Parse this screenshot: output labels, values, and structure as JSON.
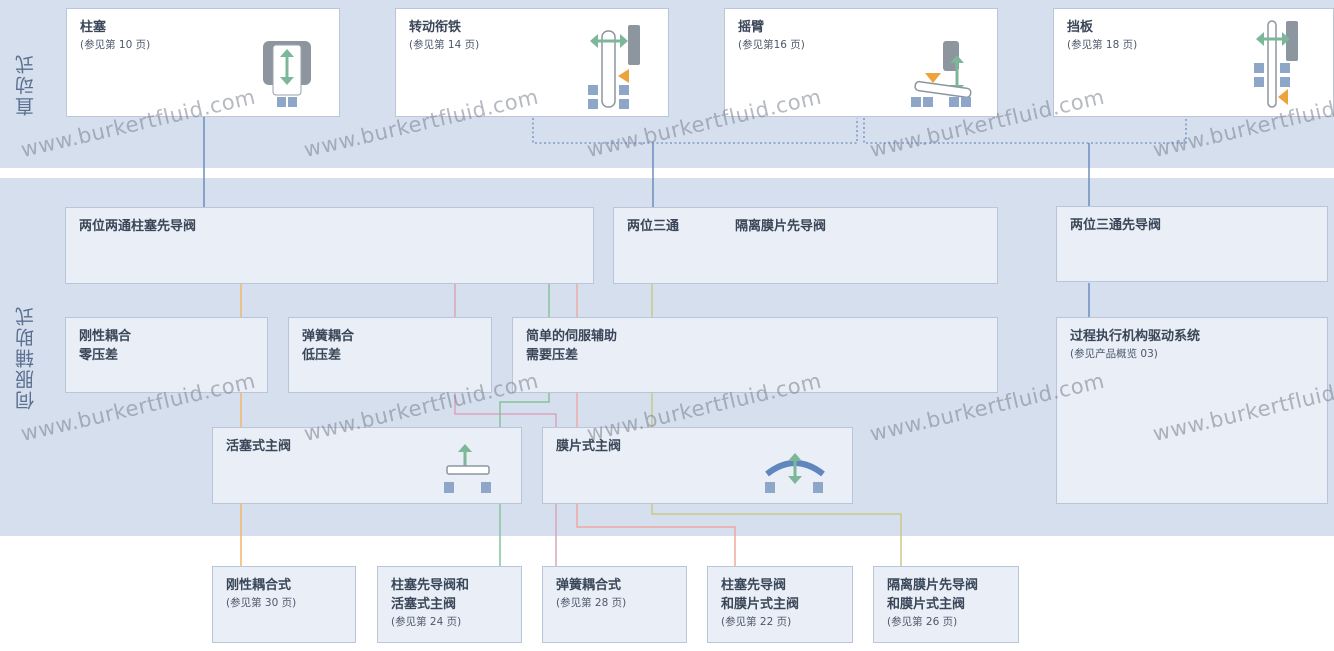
{
  "sections": {
    "direct": "直动式",
    "servo": "伺服辅助式"
  },
  "direct_row": [
    {
      "title": "柱塞",
      "ref": "(参见第 10 页)",
      "icon": "plunger-icon"
    },
    {
      "title": "转动衔铁",
      "ref": "(参见第 14 页)",
      "icon": "pivoted-armature-icon"
    },
    {
      "title": "摇臂",
      "ref": "(参见第16 页)",
      "icon": "rocker-icon"
    },
    {
      "title": "挡板",
      "ref": "(参见第 18 页)",
      "icon": "flipper-icon"
    }
  ],
  "pilot_row": [
    {
      "title": "两位两通柱塞先导阀"
    },
    {
      "title": "两位三通",
      "title2": "隔离膜片先导阀"
    },
    {
      "title": "两位三通先导阀"
    }
  ],
  "coupling_row": [
    {
      "line1": "刚性耦合",
      "line2": "零压差"
    },
    {
      "line1": "弹簧耦合",
      "line2": "低压差"
    },
    {
      "line1": "简单的伺服辅助",
      "line2": "需要压差"
    },
    {
      "line1": "过程执行机构驱动系统",
      "ref": "(参见产品概览 03)"
    }
  ],
  "main_valves": [
    {
      "title": "活塞式主阀",
      "icon": "piston-valve-icon"
    },
    {
      "title": "膜片式主阀",
      "icon": "diaphragm-valve-icon"
    }
  ],
  "results": [
    {
      "line1": "刚性耦合式",
      "line2": "",
      "ref": "(参见第 30 页)"
    },
    {
      "line1": "柱塞先导阀和",
      "line2": "活塞式主阀",
      "ref": "(参见第 24 页)"
    },
    {
      "line1": "弹簧耦合式",
      "line2": "",
      "ref": "(参见第 28 页)"
    },
    {
      "line1": "柱塞先导阀",
      "line2": "和膜片式主阀",
      "ref": "(参见第 22 页)"
    },
    {
      "line1": "隔离膜片先导阀",
      "line2": "和膜片式主阀",
      "ref": "(参见第 26 页)"
    }
  ],
  "watermark": "www.burkertfluid.com",
  "colors": {
    "band": "#d6dfee",
    "box": "#e9eef7",
    "blue_line": "#6c8dbf",
    "orange_line": "#f0b66a",
    "pink_line": "#d8a6bd",
    "green_line": "#86c29a",
    "salmon_line": "#eeaaa0",
    "olive_line": "#ccc98a",
    "arrow_green": "#7cb79a",
    "marker_orange": "#eea23b"
  }
}
